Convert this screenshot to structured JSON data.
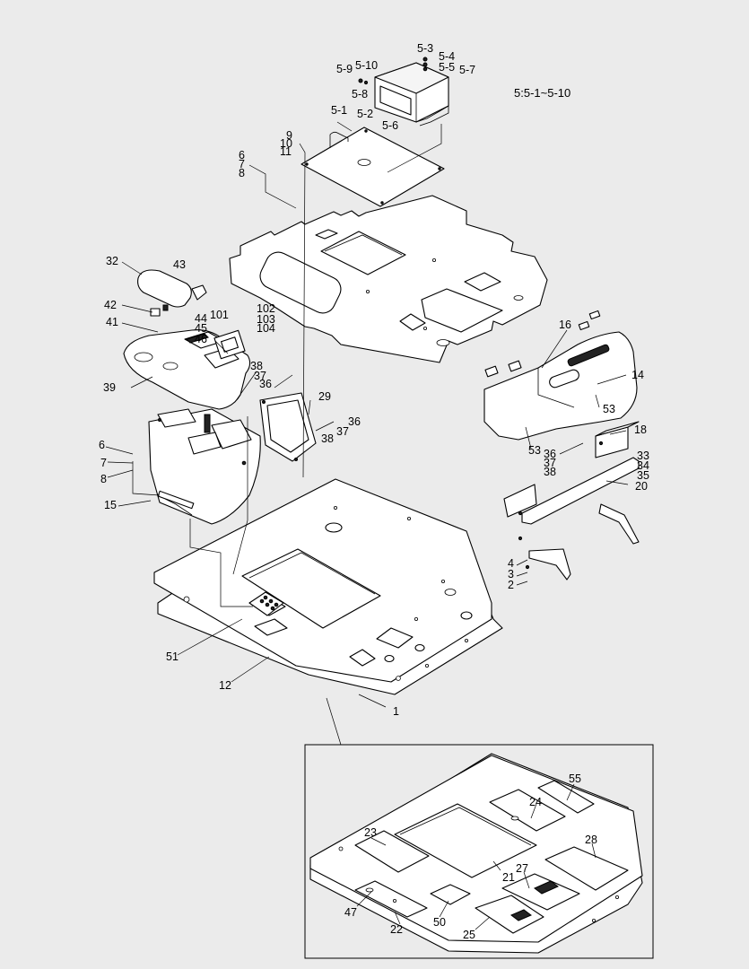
{
  "diagram": {
    "note_text": "5:5-1~5-10",
    "callouts": [
      {
        "text": "5-3"
      },
      {
        "text": "5-4"
      },
      {
        "text": "5-5"
      },
      {
        "text": "5-7"
      },
      {
        "text": "5-9"
      },
      {
        "text": "5-10"
      },
      {
        "text": "5-8"
      },
      {
        "text": "5-2"
      },
      {
        "text": "5-6"
      },
      {
        "text": "5-1"
      },
      {
        "text": "9"
      },
      {
        "text": "10"
      },
      {
        "text": "11"
      },
      {
        "text": "6"
      },
      {
        "text": "7"
      },
      {
        "text": "8"
      },
      {
        "text": "32"
      },
      {
        "text": "43"
      },
      {
        "text": "42"
      },
      {
        "text": "41"
      },
      {
        "text": "44"
      },
      {
        "text": "45"
      },
      {
        "text": "46"
      },
      {
        "text": "101"
      },
      {
        "text": "102"
      },
      {
        "text": "103"
      },
      {
        "text": "104"
      },
      {
        "text": "39"
      },
      {
        "text": "38"
      },
      {
        "text": "37"
      },
      {
        "text": "36"
      },
      {
        "text": "29"
      },
      {
        "text": "36"
      },
      {
        "text": "37"
      },
      {
        "text": "38"
      },
      {
        "text": "16"
      },
      {
        "text": "14"
      },
      {
        "text": "53"
      },
      {
        "text": "18"
      },
      {
        "text": "53"
      },
      {
        "text": "36"
      },
      {
        "text": "37"
      },
      {
        "text": "38"
      },
      {
        "text": "33"
      },
      {
        "text": "34"
      },
      {
        "text": "35"
      },
      {
        "text": "20"
      },
      {
        "text": "6"
      },
      {
        "text": "7"
      },
      {
        "text": "8"
      },
      {
        "text": "15"
      },
      {
        "text": "4"
      },
      {
        "text": "3"
      },
      {
        "text": "2"
      },
      {
        "text": "51"
      },
      {
        "text": "12"
      },
      {
        "text": "1"
      },
      {
        "text": "55"
      },
      {
        "text": "24"
      },
      {
        "text": "23"
      },
      {
        "text": "28"
      },
      {
        "text": "27"
      },
      {
        "text": "21"
      },
      {
        "text": "47"
      },
      {
        "text": "50"
      },
      {
        "text": "22"
      },
      {
        "text": "25"
      }
    ]
  }
}
